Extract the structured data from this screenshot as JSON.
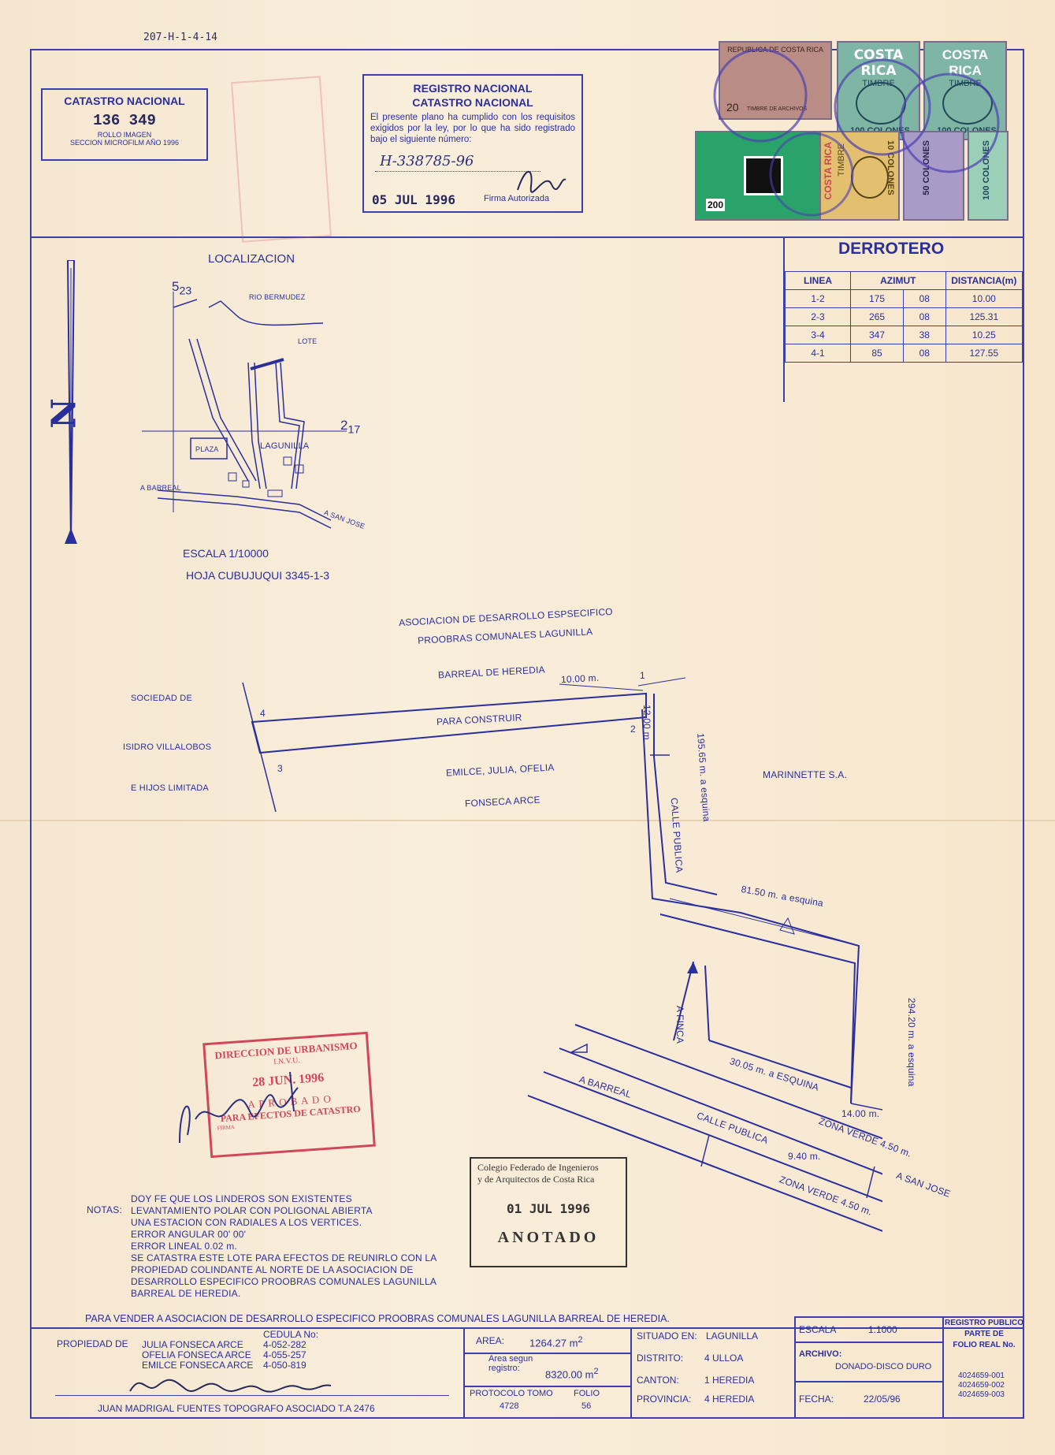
{
  "header_code": "207-H-1-4-14",
  "catastro_box": {
    "title": "CATASTRO NACIONAL",
    "number": "136 349",
    "line1": "ROLLO IMAGEN",
    "line2": "SECCION MICROFILM AÑO 1996"
  },
  "registro_box": {
    "title1": "REGISTRO NACIONAL",
    "title2": "CATASTRO NACIONAL",
    "body": "El presente plano ha cumplido con los requisitos exigidos por la ley, por lo que ha sido registrado bajo el siguiente número:",
    "plan_number": "H-338785-96",
    "date": "05 JUL 1996",
    "signature_label": "Firma Autorizada"
  },
  "stamps": {
    "s1_top": "REPUBLICA DE COSTA RICA",
    "s1_bottom": "TIMBRE DE ARCHIVOS",
    "s1_value": "20",
    "s2_brand": "COSTA RICA",
    "s2_type": "TIMBRE",
    "s2_value": "100 COLONES",
    "s3_brand": "COSTA RICA",
    "s3_type": "TIMBRE",
    "s3_value": "100 COLONES",
    "s4_value": "200",
    "s5_brand": "COSTA RICA",
    "s5_type": "TIMBRE",
    "s5_value": "10 COLONES",
    "s6_value": "50 COLONES",
    "s7_value": "100 COLONES"
  },
  "derrotero": {
    "title": "DERROTERO",
    "headers": [
      "LINEA",
      "AZIMUT",
      "DISTANCIA(m)"
    ],
    "rows": [
      {
        "linea": "1-2",
        "az1": "175",
        "az2": "08",
        "dist": "10.00"
      },
      {
        "linea": "2-3",
        "az1": "265",
        "az2": "08",
        "dist": "125.31"
      },
      {
        "linea": "3-4",
        "az1": "347",
        "az2": "38",
        "dist": "10.25"
      },
      {
        "linea": "4-1",
        "az1": "85",
        "az2": "08",
        "dist": "127.55"
      }
    ]
  },
  "localizacion": {
    "title": "LOCALIZACION",
    "point_a": "5",
    "point_a_sub": "23",
    "point_b": "2",
    "point_b_sub": "17",
    "river": "RIO BERMUDEZ",
    "lote": "LOTE",
    "plaza": "PLAZA",
    "town": "LAGUNILLA",
    "to_barreal": "A BARREAL",
    "to_sanjose": "A SAN JOSE",
    "scale": "ESCALA   1/10000",
    "sheet": "HOJA CUBUJUQUI 3345-1-3"
  },
  "north": "N",
  "plan": {
    "north_owner_1": "ASOCIACION DE DESARROLLO ESPSECIFICO",
    "north_owner_2": "PROOBRAS COMUNALES LAGUNILLA",
    "north_owner_3": "BARREAL DE HEREDIA",
    "west_owner_1": "SOCIEDAD DE",
    "west_owner_2": "ISIDRO VILLALOBOS",
    "west_owner_3": "E HIJOS LIMITADA",
    "south_owner_1": "EMILCE, JULIA, OFELIA",
    "south_owner_2": "FONSECA ARCE",
    "east_owner": "MARINNETTE S.A.",
    "lot_label": "PARA CONSTRUIR",
    "dim_top": "10.00 m.",
    "dim_right": "12.00 m.",
    "p1": "1",
    "p2": "2",
    "p3": "3",
    "p4": "4",
    "dist_a": "195.65 m.  a  esquina",
    "calle_publica_1": "CALLE PUBLICA",
    "dist_b": "81.50 m.  a  esquina",
    "dist_c": "294.20 m.  a  esquina",
    "a_finca": "A FINCA",
    "dist_d": "30.05 m. a ESQUINA",
    "a_barreal": "A BARREAL",
    "w14": "14.00 m.",
    "zona_verde_1": "ZONA VERDE 4.50 m.",
    "calle_publica_2": "CALLE PUBLICA",
    "w940": "9.40 m.",
    "a_sanjose": "A SAN JOSE",
    "zona_verde_2": "ZONA VERDE 4.50 m."
  },
  "urbanismo_stamp": {
    "line1": "DIRECCION DE URBANISMO",
    "line2": "I.N.V.U.",
    "date": "28 JUN. 1996",
    "line3": "A P R O B A D O",
    "line4": "PARA EFECTOS DE CATASTRO",
    "line5": "FIRMA"
  },
  "colegio_stamp": {
    "line1": "Colegio Federado de Ingenieros",
    "line2": "y de Arquitectos de Costa Rica",
    "date": "01 JUL 1996",
    "status": "ANOTADO"
  },
  "notas": {
    "label": "NOTAS:",
    "lines": [
      "DOY FE QUE LOS LINDEROS SON EXISTENTES",
      "LEVANTAMIENTO POLAR CON POLIGONAL ABIERTA",
      "UNA ESTACION CON RADIALES A LOS VERTICES.",
      "ERROR ANGULAR  00' 00'",
      "ERROR LINEAL   0.02 m.",
      "SE CATASTRA ESTE LOTE PARA EFECTOS DE REUNIRLO CON LA",
      "PROPIEDAD COLINDANTE AL NORTE DE LA ASOCIACION DE",
      "DESARROLLO ESPECIFICO PROOBRAS COMUNALES LAGUNILLA",
      "BARREAL DE HEREDIA."
    ]
  },
  "purpose": "PARA VENDER A ASOCIACION DE DESARROLLO ESPECIFICO PROOBRAS COMUNALES LAGUNILLA BARREAL DE HEREDIA.",
  "title_block": {
    "propiedad_label": "PROPIEDAD DE",
    "cedula_label": "CEDULA  No:",
    "owners": [
      {
        "name": "JULIA FONSECA ARCE",
        "cedula": "4-052-282"
      },
      {
        "name": "OFELIA FONSECA ARCE",
        "cedula": "4-055-257"
      },
      {
        "name": "EMILCE FONSECA ARCE",
        "cedula": "4-050-819"
      }
    ],
    "topografo": "JUAN  MADRIGAL FUENTES   TOPOGRAFO ASOCIADO T.A 2476",
    "area_label": "AREA:",
    "area_value": "1264.27 m",
    "area_sup": "2",
    "area_reg_label1": "Area segun",
    "area_reg_label2": "registro:",
    "area_reg_value": "8320.00 m",
    "area_reg_sup": "2",
    "protocolo_label": "PROTOCOLO TOMO",
    "folio_label": "FOLIO",
    "protocolo_value": "4728",
    "folio_value": "56",
    "situado_label": "SITUADO EN:",
    "situado_value": "LAGUNILLA",
    "distrito_label": "DISTRITO:",
    "distrito_value": "4  ULLOA",
    "canton_label": "CANTON:",
    "canton_value": "1  HEREDIA",
    "provincia_label": "PROVINCIA:",
    "provincia_value": "4  HEREDIA",
    "escala_label": "ESCALA",
    "escala_value": "1:1000",
    "archivo_label": "ARCHIVO:",
    "archivo_value": "DONADO-DISCO DURO",
    "fecha_label": "FECHA:",
    "fecha_value": "22/05/96",
    "registro_line1": "REGISTRO PUBLICO",
    "registro_line2": "PARTE DE",
    "registro_line3": "FOLIO REAL  No.",
    "folios": [
      "4024659-001",
      "4024659-002",
      "4024659-003"
    ]
  }
}
